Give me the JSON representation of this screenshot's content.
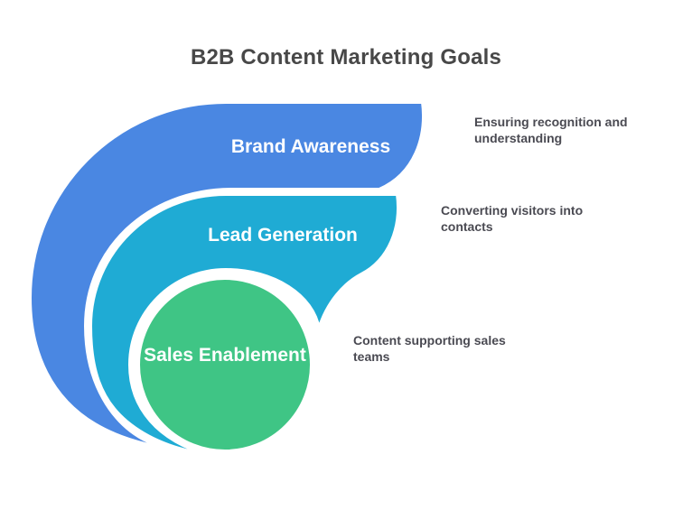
{
  "title": "B2B Content Marketing Goals",
  "colors": {
    "blue": "#4A87E2",
    "cyan": "#1FABD4",
    "green": "#3FC585",
    "outline": "#FFFFFF",
    "title_text": "#484848",
    "annotation_text": "#4A4A52",
    "label_text": "#FFFFFF"
  },
  "diagram": {
    "type": "nested-swirl",
    "items": [
      {
        "label": "Brand Awareness",
        "description": "Ensuring recognition and\nunderstanding",
        "color": "#4A87E2"
      },
      {
        "label": "Lead Generation",
        "description": "Converting visitors into\ncontacts",
        "color": "#1FABD4"
      },
      {
        "label": "Sales Enablement",
        "description": "Content supporting sales\nteams",
        "color": "#3FC585"
      }
    ]
  }
}
